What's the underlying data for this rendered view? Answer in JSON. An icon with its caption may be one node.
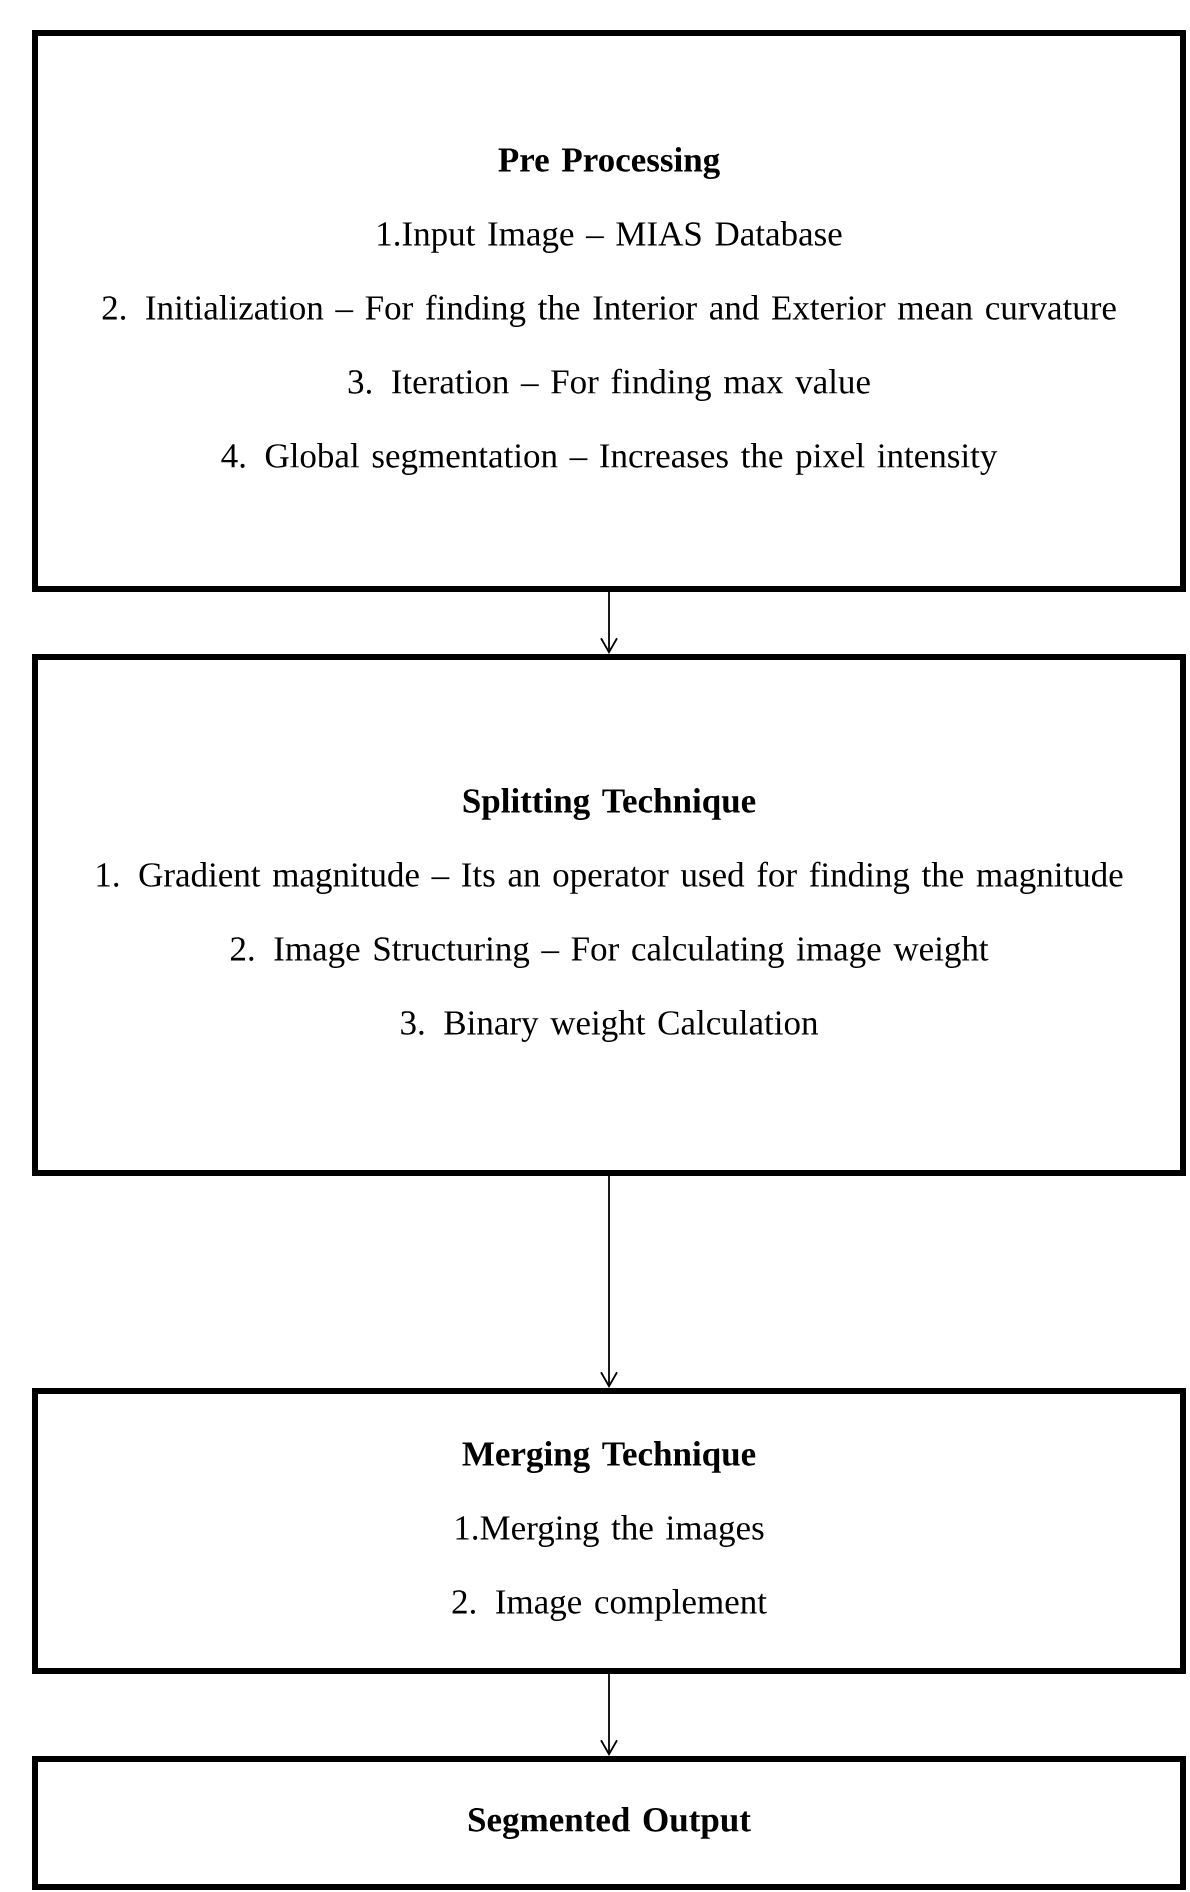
{
  "diagram": {
    "nodes": [
      {
        "text": [
          "Pre Processing",
          "1.Input Image – MIAS Database",
          "2. Initialization – For finding the Interior and Exterior mean curvature",
          "3. Iteration – For finding max value",
          "4. Global segmentation – Increases the pixel intensity"
        ]
      },
      {
        "text": [
          "Splitting Technique",
          "1. Gradient magnitude – Its an operator used for finding the magnitude",
          "2. Image Structuring – For calculating image weight",
          "3. Binary weight Calculation"
        ]
      },
      {
        "text": [
          "Merging Technique",
          "1.Merging the images",
          "2. Image complement"
        ]
      },
      {
        "text": [
          "Segmented Output"
        ]
      }
    ],
    "edges": [
      {
        "from": 0,
        "to": 1,
        "arrow": "to"
      },
      {
        "from": 1,
        "to": 2,
        "arrow": "to"
      },
      {
        "from": 2,
        "to": 3,
        "arrow": "to"
      }
    ]
  }
}
